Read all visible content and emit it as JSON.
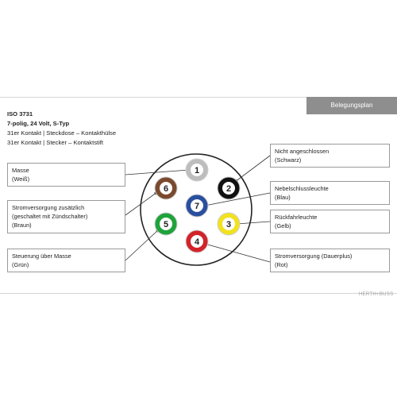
{
  "header": {
    "title": "ISO 3731",
    "subtitle": "7-polig, 24 Volt, S-Typ",
    "line1": "31er Kontakt | Steckdose – Kontakthülse",
    "line2": "31er Kontakt | Stecker – Kontaktstift"
  },
  "tag": {
    "label": "Belegungsplan"
  },
  "labels": {
    "masse": {
      "name": "Masse",
      "color": "(Weiß)"
    },
    "strom_zus": {
      "name": "Stromversorgung zusätzlich",
      "note": "(geschaltet mit Zündschalter)",
      "color": "(Braun)"
    },
    "steuerung": {
      "name": "Steuerung über Masse",
      "color": "(Grün)"
    },
    "nicht": {
      "name": "Nicht angeschlossen",
      "color": "(Schwarz)"
    },
    "nebel": {
      "name": "Nebelschlussleuchte",
      "color": "(Blau)"
    },
    "rueck": {
      "name": "Rückfahrleuchte",
      "color": "(Gelb)"
    },
    "dauer": {
      "name": "Stromversorgung (Dauerplus)",
      "color": "(Rot)"
    }
  },
  "pins": [
    {
      "number": "1",
      "fill": "#ffffff",
      "ring": "#bdbdbd",
      "text": "#222222"
    },
    {
      "number": "2",
      "fill": "#111111",
      "ring": "#111111",
      "text": "#ffffff"
    },
    {
      "number": "3",
      "fill": "#f2e21e",
      "ring": "#f2e21e",
      "text": "#222222"
    },
    {
      "number": "4",
      "fill": "#d2232a",
      "ring": "#d2232a",
      "text": "#222222"
    },
    {
      "number": "5",
      "fill": "#1fa33a",
      "ring": "#1fa33a",
      "text": "#222222"
    },
    {
      "number": "6",
      "fill": "#7b4a2d",
      "ring": "#7b4a2d",
      "text": "#ffffff"
    },
    {
      "number": "7",
      "fill": "#2a4f9e",
      "ring": "#2a4f9e",
      "text": "#ffffff"
    }
  ],
  "brand": "HERTH+BUSS"
}
